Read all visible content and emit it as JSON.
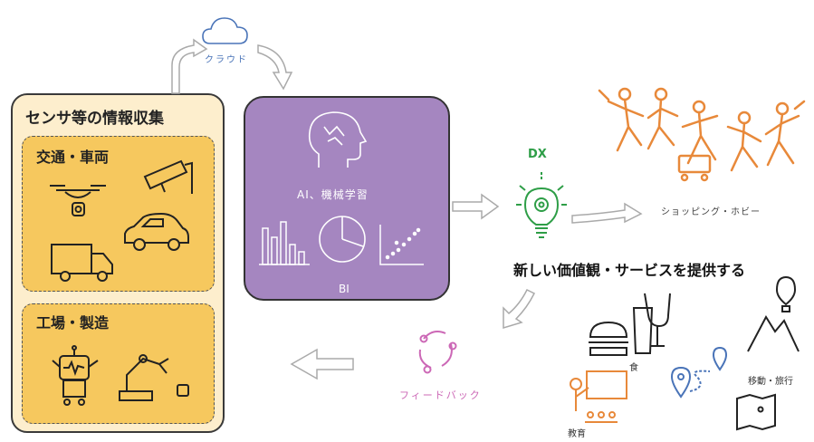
{
  "cloud": {
    "label": "クラウド"
  },
  "sensors": {
    "title": "センサ等の情報収集",
    "traffic_title": "交通・車両",
    "factory_title": "工場・製造"
  },
  "ai_box": {
    "ai_label": "AI、機械学習",
    "bi_label": "BI"
  },
  "dx": {
    "label": "DX"
  },
  "outcome": {
    "shopping_label": "ショッピング・ホビー",
    "service_label": "新しい価値観・サービスを提供する",
    "food_label": "食",
    "travel_label": "移動・旅行",
    "education_label": "教育"
  },
  "feedback": {
    "label": "フィードバック"
  },
  "colors": {
    "sensor_panel_bg": "#fdeecd",
    "sensor_box_bg": "#f6c85e",
    "ai_box_bg": "#a586c0",
    "cloud": "#4a74b8",
    "dx_green": "#2e9e47",
    "shopping_orange": "#e8893a",
    "feedback_pink": "#cc68b6"
  },
  "icons": [
    "cloud-icon",
    "drone-icon",
    "security-camera-icon",
    "car-icon",
    "truck-icon",
    "robot-icon",
    "robot-arm-icon",
    "head-brain-icon",
    "bar-chart-icon",
    "pie-chart-icon",
    "scatter-plot-icon",
    "gear-lightbulb-icon",
    "shoppers-icon",
    "food-drink-icon",
    "map-pin-icon",
    "mountain-balloon-icon",
    "map-icon",
    "teacher-icon",
    "cycle-arrows-icon"
  ]
}
